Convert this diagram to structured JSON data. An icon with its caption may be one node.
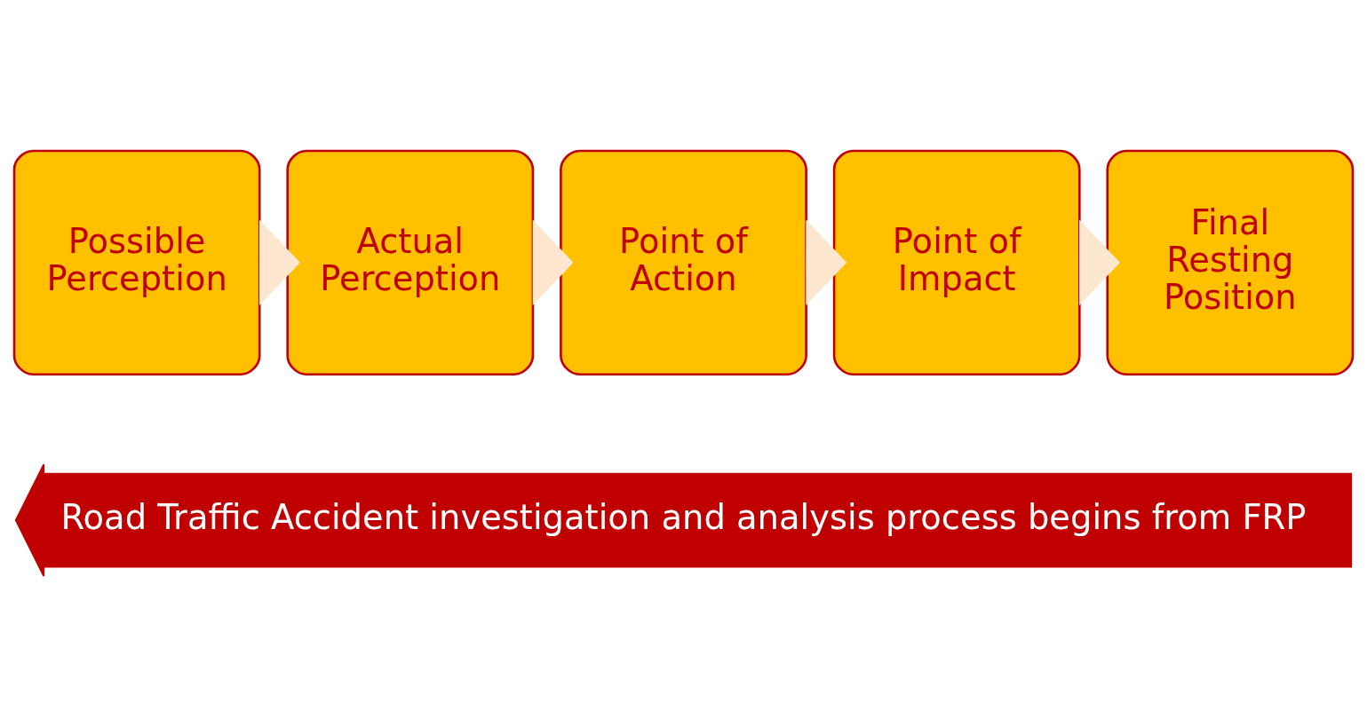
{
  "diagram": {
    "nodes": [
      {
        "text": [
          "Possible Perception"
        ]
      },
      {
        "text": [
          "Actual Perception"
        ]
      },
      {
        "text": [
          "Point of Action"
        ]
      },
      {
        "text": [
          "Point of Impact"
        ]
      },
      {
        "text": [
          "Final Resting Position"
        ]
      },
      {
        "text": [
          "Road Traffic Accident investigation and analysis process begins from FRP"
        ]
      }
    ],
    "edges": [
      {
        "from": 0,
        "to": 1,
        "arrow": "to",
        "style": "thick",
        "color": "#fde8cf"
      },
      {
        "from": 1,
        "to": 2,
        "arrow": "to",
        "style": "thick",
        "color": "#fde8cf"
      },
      {
        "from": 2,
        "to": 3,
        "arrow": "to",
        "style": "thick",
        "color": "#fde8cf"
      },
      {
        "from": 3,
        "to": 4,
        "arrow": "to",
        "style": "thick",
        "color": "#fde8cf"
      }
    ]
  }
}
